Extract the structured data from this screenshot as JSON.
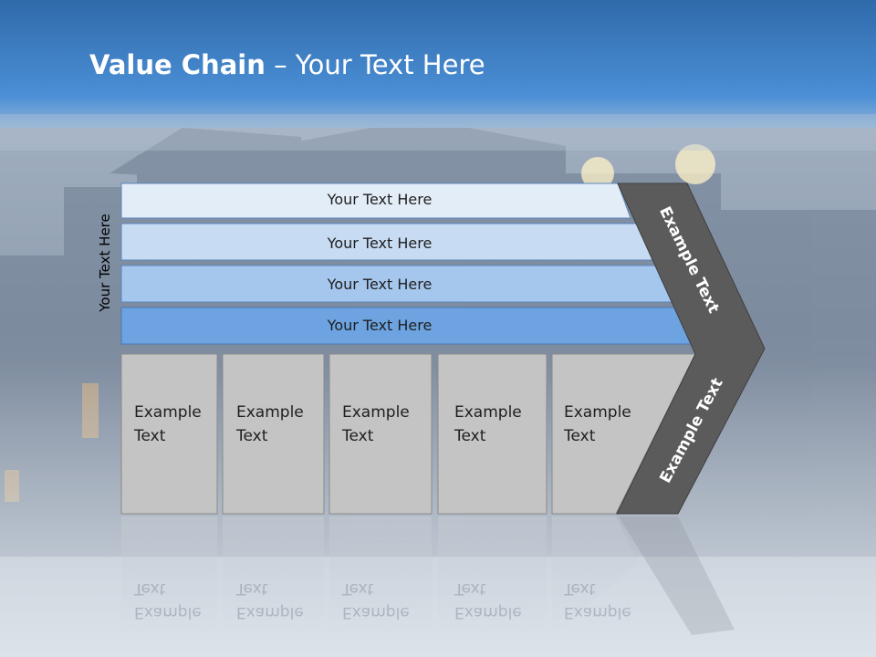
{
  "slide": {
    "title_bold": "Value Chain",
    "title_rest": " – Your Text Here",
    "side_label": "Your Text Here",
    "rows": [
      "Your Text Here",
      "Your Text Here",
      "Your Text Here",
      "Your Text Here"
    ],
    "boxes": [
      {
        "line1": "Example",
        "line2": "Text"
      },
      {
        "line1": "Example",
        "line2": "Text"
      },
      {
        "line1": "Example",
        "line2": "Text"
      },
      {
        "line1": "Example",
        "line2": "Text"
      },
      {
        "line1": "Example",
        "line2": "Text"
      }
    ],
    "chevron_top": "Example Text",
    "chevron_bottom": "Example Text"
  },
  "colors": {
    "header_blue": "#3c7fc6",
    "row1": "#e3edf8",
    "row2": "#c7dbf3",
    "row3": "#a6c7ed",
    "row4": "#6ca3e0",
    "box": "#c4c4c4",
    "chevron": "#5b5b5b"
  }
}
